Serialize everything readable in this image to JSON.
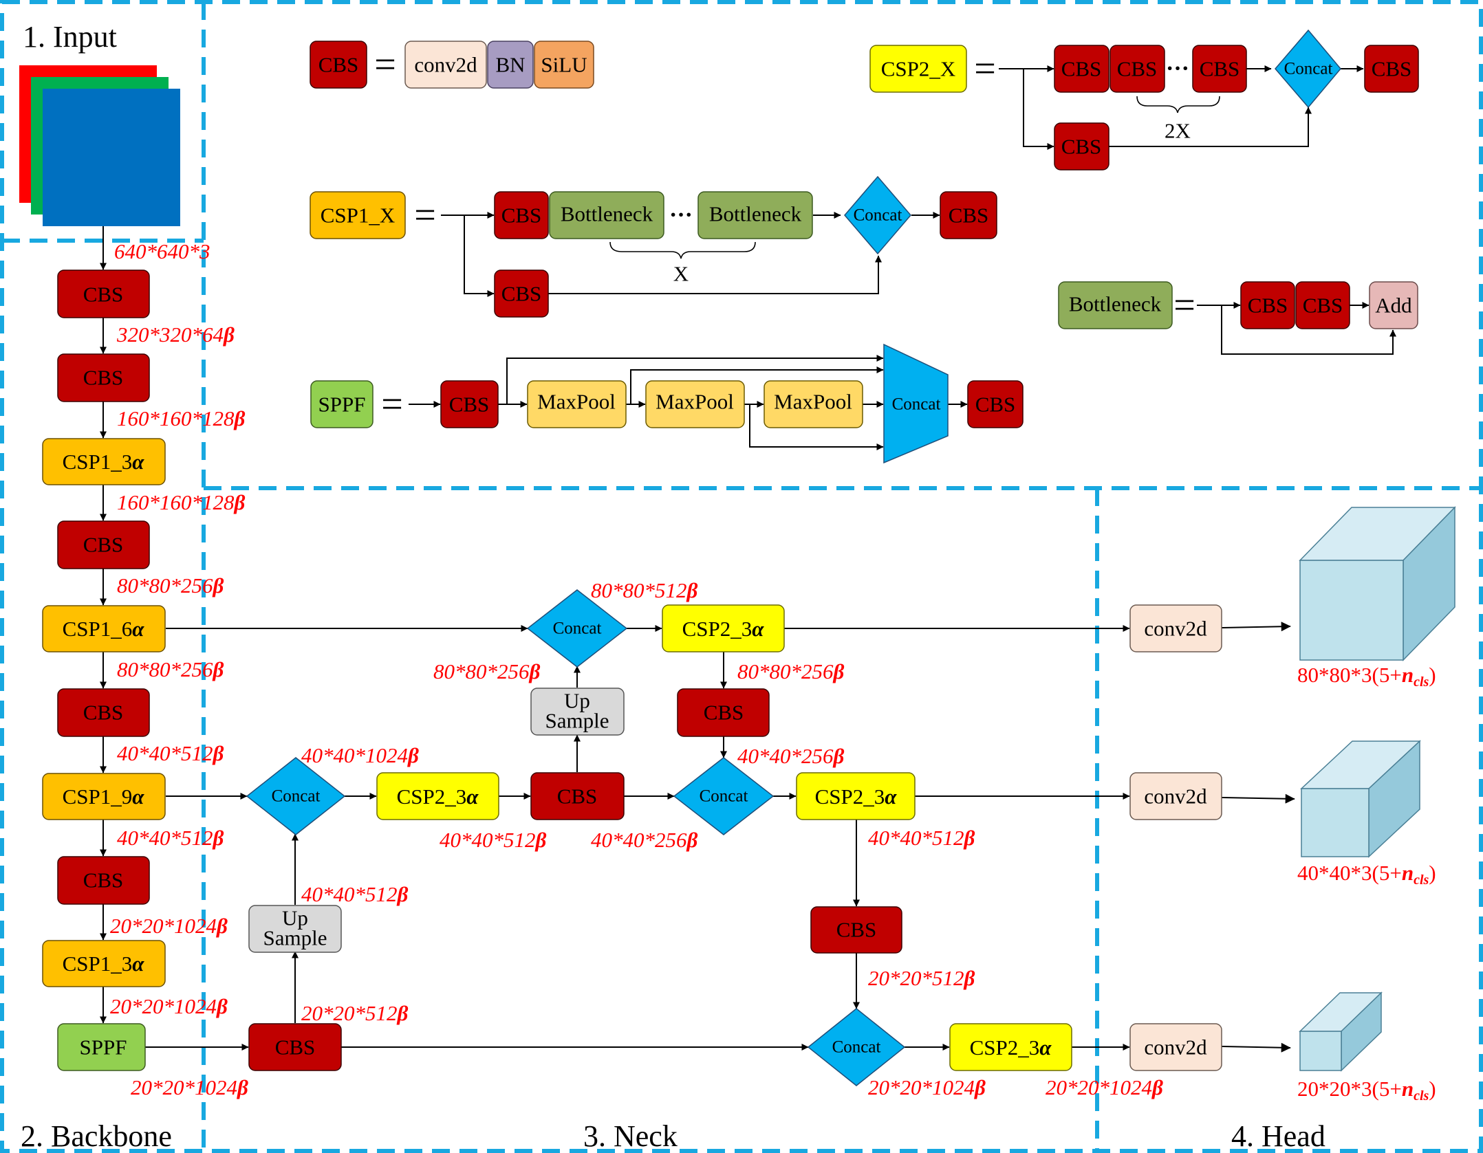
{
  "regions": {
    "input": "1. Input",
    "backbone": "2. Backbone",
    "neck": "3. Neck",
    "head": "4. Head"
  },
  "labels": {
    "cbs": "CBS",
    "conv2d": "conv2d",
    "bn": "BN",
    "silu": "SiLU",
    "csp1_x": "CSP1_X",
    "csp2_x": "CSP2_X",
    "sppf": "SPPF",
    "bottleneck": "Bottleneck",
    "concat": "Concat",
    "maxpool": "MaxPool",
    "add": "Add",
    "up": "Up",
    "sample": "Sample",
    "csp1_3": "CSP1_3",
    "csp1_6": "CSP1_6",
    "csp1_9": "CSP1_9",
    "csp2_3": "CSP2_3",
    "alpha": "α",
    "beta": "β",
    "repeat_x": "X",
    "repeat_2x": "2X",
    "equals": "=",
    "ellipsis": "···"
  },
  "dims": {
    "d640": "640*640*3",
    "d320": "320*320*64",
    "d160": "160*160*128",
    "d80_256": "80*80*256",
    "d80_512": "80*80*512",
    "d40_512": "40*40*512",
    "d40_1024": "40*40*1024",
    "d40_256": "40*40*256",
    "d20_1024": "20*20*1024",
    "d20_512": "20*20*512"
  },
  "head_outputs": {
    "p3_prefix": "80*80*3(5+",
    "p4_prefix": "40*40*3(5+",
    "p5_prefix": "20*20*3(5+",
    "n_symbol": "n",
    "cls_subscript": "cls",
    "close": ")"
  },
  "colors": {
    "cbs": "#c00000",
    "csp1": "#ffc000",
    "csp2": "#ffff00",
    "sppf": "#92d050",
    "bottleneck": "#8fad5a",
    "maxpool": "#ffd966",
    "conv2d": "#fbe5d6",
    "bn": "#a79cc2",
    "silu": "#f4a460",
    "add": "#e6b8b7",
    "upsample": "#d9d9d9",
    "concat": "#00b0f0",
    "region_border": "#18a8e0",
    "dimension_text": "#ff0000",
    "input_red": "#ff0000",
    "input_green": "#00b050",
    "input_blue": "#0070c0",
    "cube_front": "#bfe2ec",
    "cube_top": "#d6ecf4",
    "cube_side": "#95c9db"
  }
}
